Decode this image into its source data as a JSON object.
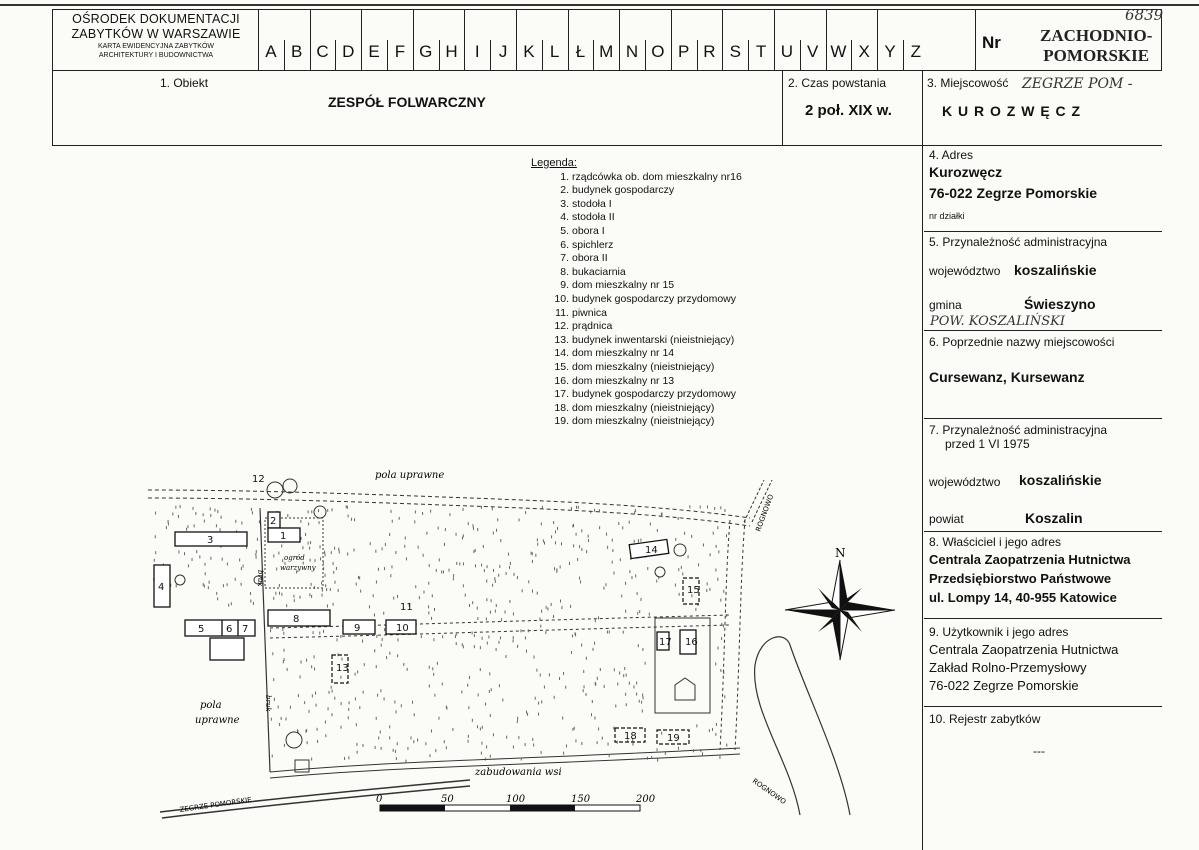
{
  "header": {
    "org_line1": "OŚRODEK DOKUMENTACJI",
    "org_line2": "ZABYTKÓW W WARSZAWIE",
    "card_line1": "KARTA EWIDENCYJNA ZABYTKÓW",
    "card_line2": "ARCHITEKTURY I BUDOWNICTWA",
    "letters": [
      "A",
      "B",
      "C",
      "D",
      "E",
      "F",
      "G",
      "H",
      "I",
      "J",
      "K",
      "L",
      "Ł",
      "M",
      "N",
      "O",
      "P",
      "R",
      "S",
      "T",
      "U",
      "V",
      "W",
      "X",
      "Y",
      "Z"
    ],
    "nr_label": "Nr",
    "nr_handwritten": "6839",
    "region_line1": "ZACHODNIO-",
    "region_line2": "POMORSKIE"
  },
  "object": {
    "label": "1. Obiekt",
    "value": "ZESPÓŁ FOLWARCZNY"
  },
  "period": {
    "label": "2. Czas powstania",
    "value": "2 poł. XIX w."
  },
  "locality": {
    "label": "3. Miejscowość",
    "handwritten": "ZEGRZE POM -",
    "value": "K U R O Z W Ę C Z"
  },
  "address": {
    "label": "4. Adres",
    "line1": "Kurozwęcz",
    "line2": "76-022 Zegrze Pomorskie",
    "parcel": "nr działki"
  },
  "admin": {
    "label": "5. Przynależność administracyjna",
    "voivodeship_label": "województwo",
    "voivodeship": "koszalińskie",
    "commune_label": "gmina",
    "commune": "Świeszyno",
    "handwritten": "POW. KOSZALIŃSKI"
  },
  "former_names": {
    "label": "6. Poprzednie nazwy miejscowości",
    "value": "Cursewanz, Kursewanz"
  },
  "admin_1975": {
    "label_line1": "7. Przynależność administracyjna",
    "label_line2": "przed 1 VI 1975",
    "voivodeship_label": "województwo",
    "voivodeship": "koszalińskie",
    "county_label": "powiat",
    "county": "Koszalin"
  },
  "owner": {
    "label": "8. Właściciel i jego adres",
    "line1": "Centrala Zaopatrzenia Hutnictwa",
    "line2": "Przedsiębiorstwo Państwowe",
    "line3": "ul. Lompy 14, 40-955 Katowice"
  },
  "user": {
    "label": "9. Użytkownik i jego adres",
    "line1": "Centrala Zaopatrzenia Hutnictwa",
    "line2": "Zakład Rolno-Przemysłowy",
    "line3": "76-022 Zegrze Pomorskie"
  },
  "register": {
    "label": "10. Rejestr zabytków",
    "value": "---"
  },
  "legend": {
    "title": "Legenda:",
    "items": [
      {
        "n": "1.",
        "t": "rządcówka ob. dom mieszkalny nr16"
      },
      {
        "n": "2.",
        "t": "budynek gospodarczy"
      },
      {
        "n": "3.",
        "t": "stodoła I"
      },
      {
        "n": "4.",
        "t": "stodoła II"
      },
      {
        "n": "5.",
        "t": "obora I"
      },
      {
        "n": "6.",
        "t": "spichlerz"
      },
      {
        "n": "7.",
        "t": "obora II"
      },
      {
        "n": "8.",
        "t": "bukaciarnia"
      },
      {
        "n": "9.",
        "t": "dom mieszkalny nr 15"
      },
      {
        "n": "10.",
        "t": "budynek gospodarczy przydomowy"
      },
      {
        "n": "11.",
        "t": "piwnica"
      },
      {
        "n": "12.",
        "t": "prądnica"
      },
      {
        "n": "13.",
        "t": "budynek inwentarski (nieistniejący)"
      },
      {
        "n": "14.",
        "t": "dom mieszkalny nr 14"
      },
      {
        "n": "15.",
        "t": "dom mieszkalny (nieistniejący)"
      },
      {
        "n": "16.",
        "t": "dom mieszkalny nr 13"
      },
      {
        "n": "17.",
        "t": "budynek gospodarczy przydomowy"
      },
      {
        "n": "18.",
        "t": "dom mieszkalny (nieistniejący)"
      },
      {
        "n": "19.",
        "t": "dom mieszkalny (nieistniejący)"
      }
    ]
  },
  "map": {
    "field_top": "pola uprawne",
    "field_left_1": "pola",
    "field_left_2": "uprawne",
    "village": "zabudowania wsi",
    "road_bottom": "ZEGRZE POMORSKIE",
    "road_right_top": "ROGNOWO",
    "road_right_bottom": "ROGNOWO",
    "garden_1": "ogród",
    "garden_2": "warzywny",
    "pavement": "bruk",
    "compass_n": "N",
    "scale": [
      "0",
      "50",
      "100",
      "150",
      "200"
    ],
    "buildings": [
      "1",
      "2",
      "3",
      "4",
      "5",
      "6",
      "7",
      "8",
      "9",
      "10",
      "11",
      "12",
      "13",
      "14",
      "15",
      "16",
      "17",
      "18",
      "19"
    ]
  }
}
